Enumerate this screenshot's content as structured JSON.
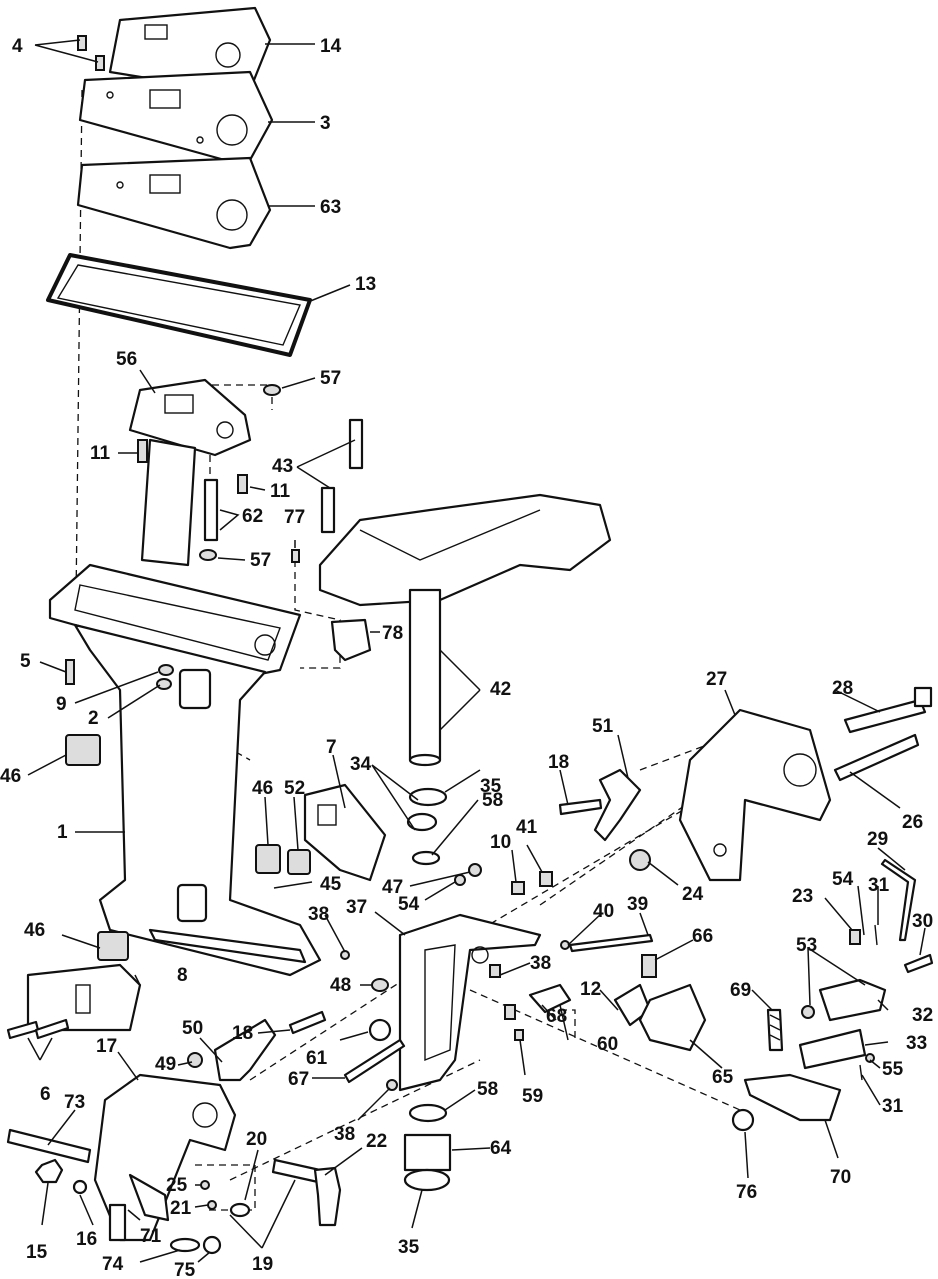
{
  "callouts": [
    {
      "id": "c4",
      "text": "4"
    },
    {
      "id": "c14",
      "text": "14"
    },
    {
      "id": "c3",
      "text": "3"
    },
    {
      "id": "c63",
      "text": "63"
    },
    {
      "id": "c13",
      "text": "13"
    },
    {
      "id": "c56",
      "text": "56"
    },
    {
      "id": "c57a",
      "text": "57"
    },
    {
      "id": "c11a",
      "text": "11"
    },
    {
      "id": "c43",
      "text": "43"
    },
    {
      "id": "c11b",
      "text": "11"
    },
    {
      "id": "c62",
      "text": "62"
    },
    {
      "id": "c77",
      "text": "77"
    },
    {
      "id": "c57b",
      "text": "57"
    },
    {
      "id": "c78",
      "text": "78"
    },
    {
      "id": "c5",
      "text": "5"
    },
    {
      "id": "c9",
      "text": "9"
    },
    {
      "id": "c2",
      "text": "2"
    },
    {
      "id": "c42",
      "text": "42"
    },
    {
      "id": "c27",
      "text": "27"
    },
    {
      "id": "c28",
      "text": "28"
    },
    {
      "id": "c46a",
      "text": "46"
    },
    {
      "id": "c7",
      "text": "7"
    },
    {
      "id": "c34",
      "text": "34"
    },
    {
      "id": "c35a",
      "text": "35"
    },
    {
      "id": "c51",
      "text": "51"
    },
    {
      "id": "c18a",
      "text": "18"
    },
    {
      "id": "c58a",
      "text": "58"
    },
    {
      "id": "c46b",
      "text": "46"
    },
    {
      "id": "c52",
      "text": "52"
    },
    {
      "id": "c1",
      "text": "1"
    },
    {
      "id": "c10",
      "text": "10"
    },
    {
      "id": "c41",
      "text": "41"
    },
    {
      "id": "c26",
      "text": "26"
    },
    {
      "id": "c29",
      "text": "29"
    },
    {
      "id": "c24",
      "text": "24"
    },
    {
      "id": "c45",
      "text": "45"
    },
    {
      "id": "c47",
      "text": "47"
    },
    {
      "id": "c54a",
      "text": "54"
    },
    {
      "id": "c23",
      "text": "23"
    },
    {
      "id": "c54b",
      "text": "54"
    },
    {
      "id": "c31a",
      "text": "31"
    },
    {
      "id": "c38a",
      "text": "38"
    },
    {
      "id": "c37",
      "text": "37"
    },
    {
      "id": "c40",
      "text": "40"
    },
    {
      "id": "c39",
      "text": "39"
    },
    {
      "id": "c30",
      "text": "30"
    },
    {
      "id": "c46c",
      "text": "46"
    },
    {
      "id": "c66",
      "text": "66"
    },
    {
      "id": "c53",
      "text": "53"
    },
    {
      "id": "c8",
      "text": "8"
    },
    {
      "id": "c48",
      "text": "48"
    },
    {
      "id": "c38b",
      "text": "38"
    },
    {
      "id": "c12",
      "text": "12"
    },
    {
      "id": "c69",
      "text": "69"
    },
    {
      "id": "c68",
      "text": "68"
    },
    {
      "id": "c32",
      "text": "32"
    },
    {
      "id": "c18b",
      "text": "18"
    },
    {
      "id": "c50",
      "text": "50"
    },
    {
      "id": "c61",
      "text": "61"
    },
    {
      "id": "c60",
      "text": "60"
    },
    {
      "id": "c33",
      "text": "33"
    },
    {
      "id": "c6",
      "text": "6"
    },
    {
      "id": "c49",
      "text": "49"
    },
    {
      "id": "c17",
      "text": "17"
    },
    {
      "id": "c67",
      "text": "67"
    },
    {
      "id": "c59",
      "text": "59"
    },
    {
      "id": "c65",
      "text": "65"
    },
    {
      "id": "c55",
      "text": "55"
    },
    {
      "id": "c31b",
      "text": "31"
    },
    {
      "id": "c73",
      "text": "73"
    },
    {
      "id": "c58b",
      "text": "58"
    },
    {
      "id": "c38c",
      "text": "38"
    },
    {
      "id": "c22",
      "text": "22"
    },
    {
      "id": "c64",
      "text": "64"
    },
    {
      "id": "c20",
      "text": "20"
    },
    {
      "id": "c25",
      "text": "25"
    },
    {
      "id": "c21",
      "text": "21"
    },
    {
      "id": "c76",
      "text": "76"
    },
    {
      "id": "c70",
      "text": "70"
    },
    {
      "id": "c15",
      "text": "15"
    },
    {
      "id": "c16",
      "text": "16"
    },
    {
      "id": "c71",
      "text": "71"
    },
    {
      "id": "c35b",
      "text": "35"
    },
    {
      "id": "c19",
      "text": "19"
    },
    {
      "id": "c74",
      "text": "74"
    },
    {
      "id": "c75",
      "text": "75"
    }
  ]
}
